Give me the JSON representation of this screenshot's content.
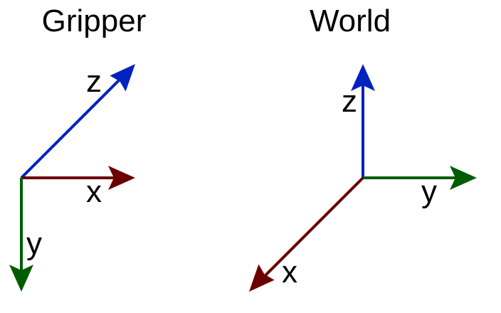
{
  "colors": {
    "x_axis": "#6b0000",
    "y_axis": "#005c00",
    "z_axis": "#0022c0"
  },
  "gripper": {
    "title": "Gripper",
    "labels": {
      "x": "x",
      "y": "y",
      "z": "z"
    }
  },
  "world": {
    "title": "World",
    "labels": {
      "x": "x",
      "y": "y",
      "z": "z"
    }
  }
}
